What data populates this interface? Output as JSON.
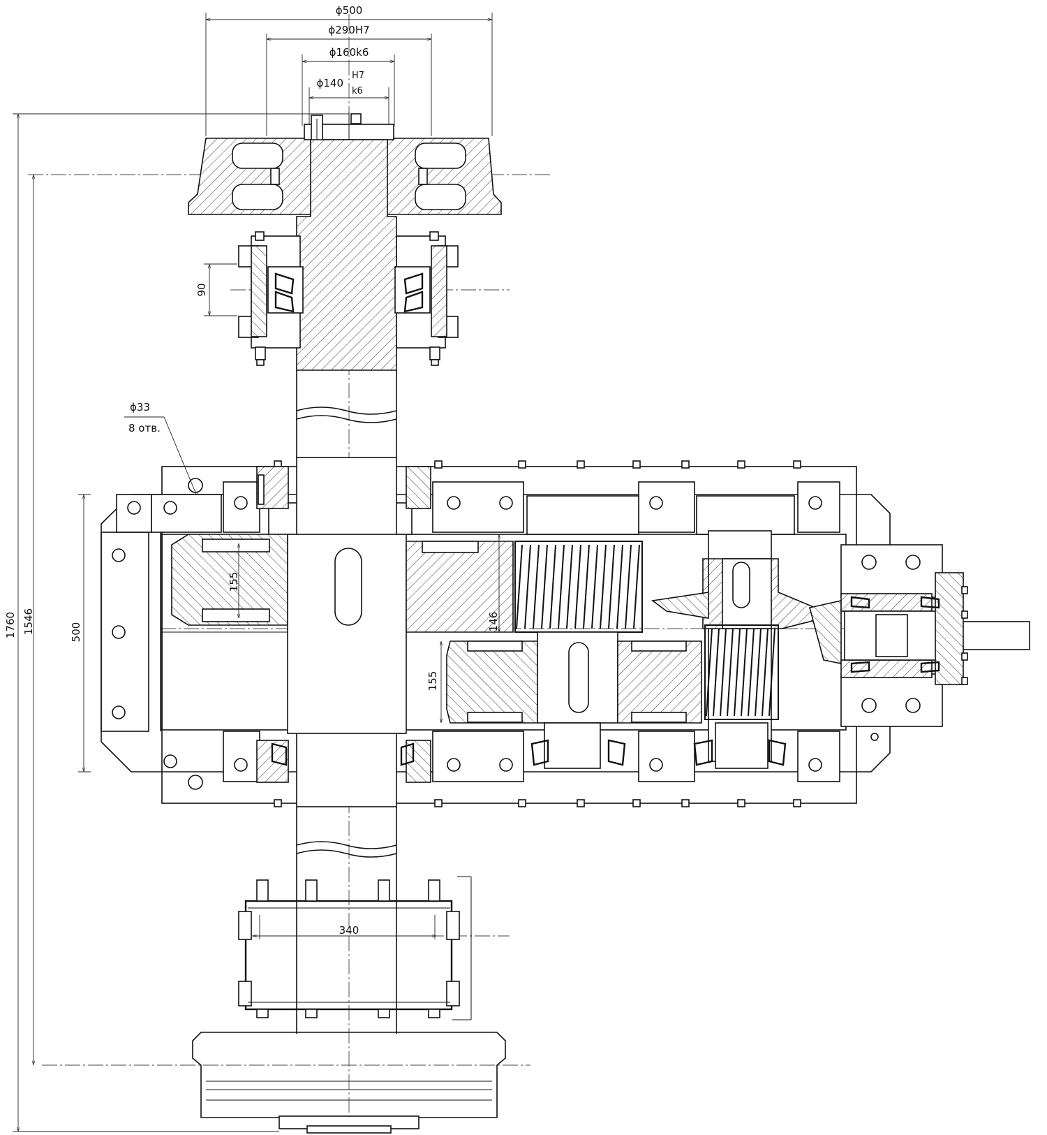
{
  "dimensions": {
    "d_outer": "ϕ500",
    "d_bore": "ϕ290H7",
    "d_shaft": "ϕ160k6",
    "d_fit_base": "ϕ140",
    "d_fit_upper": "H7",
    "d_fit_lower": "k6",
    "hole_dia": "ϕ33",
    "hole_count": "8 отв.",
    "bearing_width": "90",
    "total_length": "1760",
    "wheel_base": "1546",
    "housing_height": "500",
    "gear1_width": "155",
    "gear2_width": "155",
    "gear_center": "146",
    "coupling_length": "340"
  }
}
